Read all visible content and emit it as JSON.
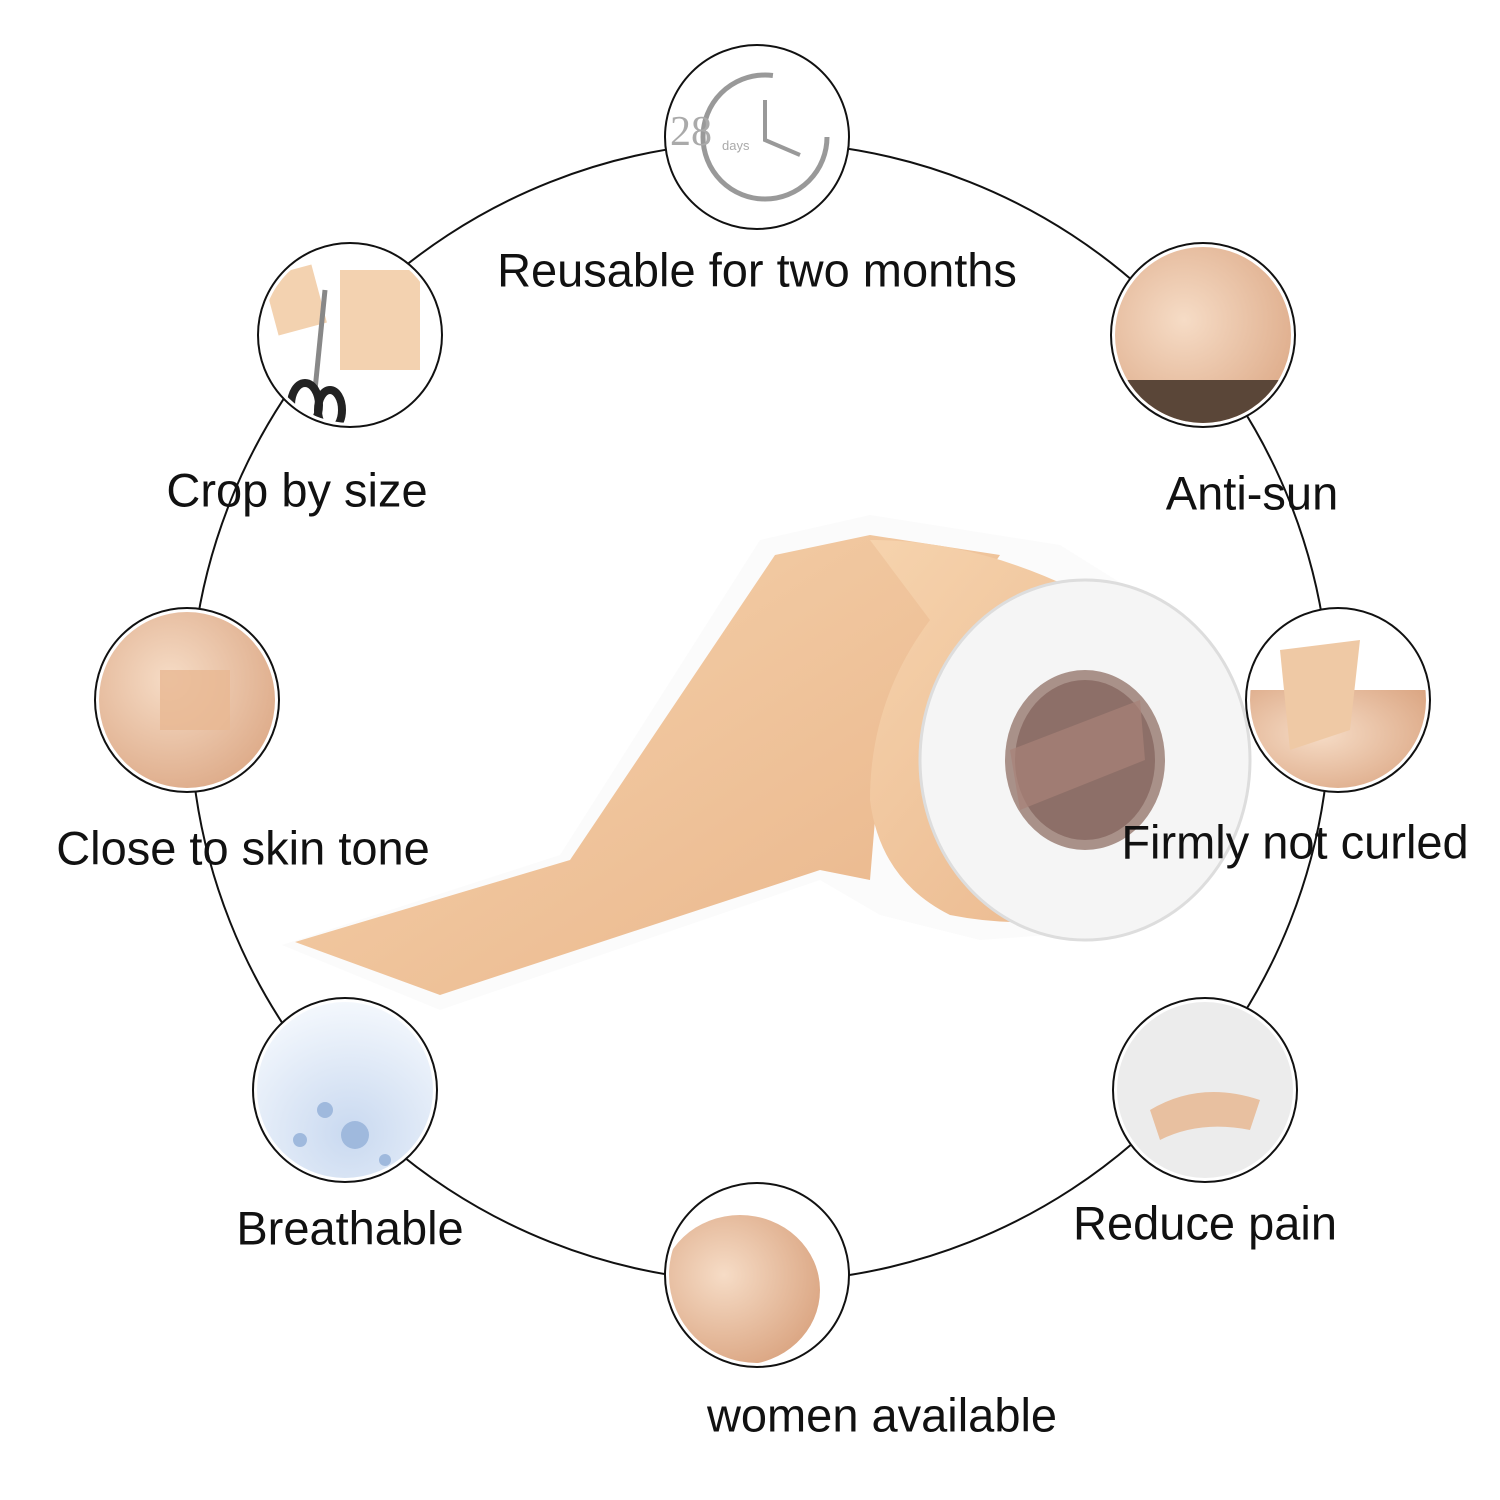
{
  "features": [
    {
      "label": "Reusable for two months",
      "icon": "clock-icon"
    },
    {
      "label": "Crop by size",
      "icon": "scissors-icon"
    },
    {
      "label": "Anti-sun",
      "icon": "sunbathing-icon"
    },
    {
      "label": "Close to skin tone",
      "icon": "skin-patch-icon"
    },
    {
      "label": "Firmly not curled",
      "icon": "applied-tape-icon"
    },
    {
      "label": "Breathable",
      "icon": "water-droplets-icon"
    },
    {
      "label": "Reduce pain",
      "icon": "back-pain-icon"
    },
    {
      "label": "women available",
      "icon": "pregnant-belly-icon"
    }
  ],
  "clock": {
    "number": "28",
    "unit": "days"
  },
  "colors": {
    "tape": "#f1c69e",
    "ring": "#111111",
    "text": "#111111"
  }
}
